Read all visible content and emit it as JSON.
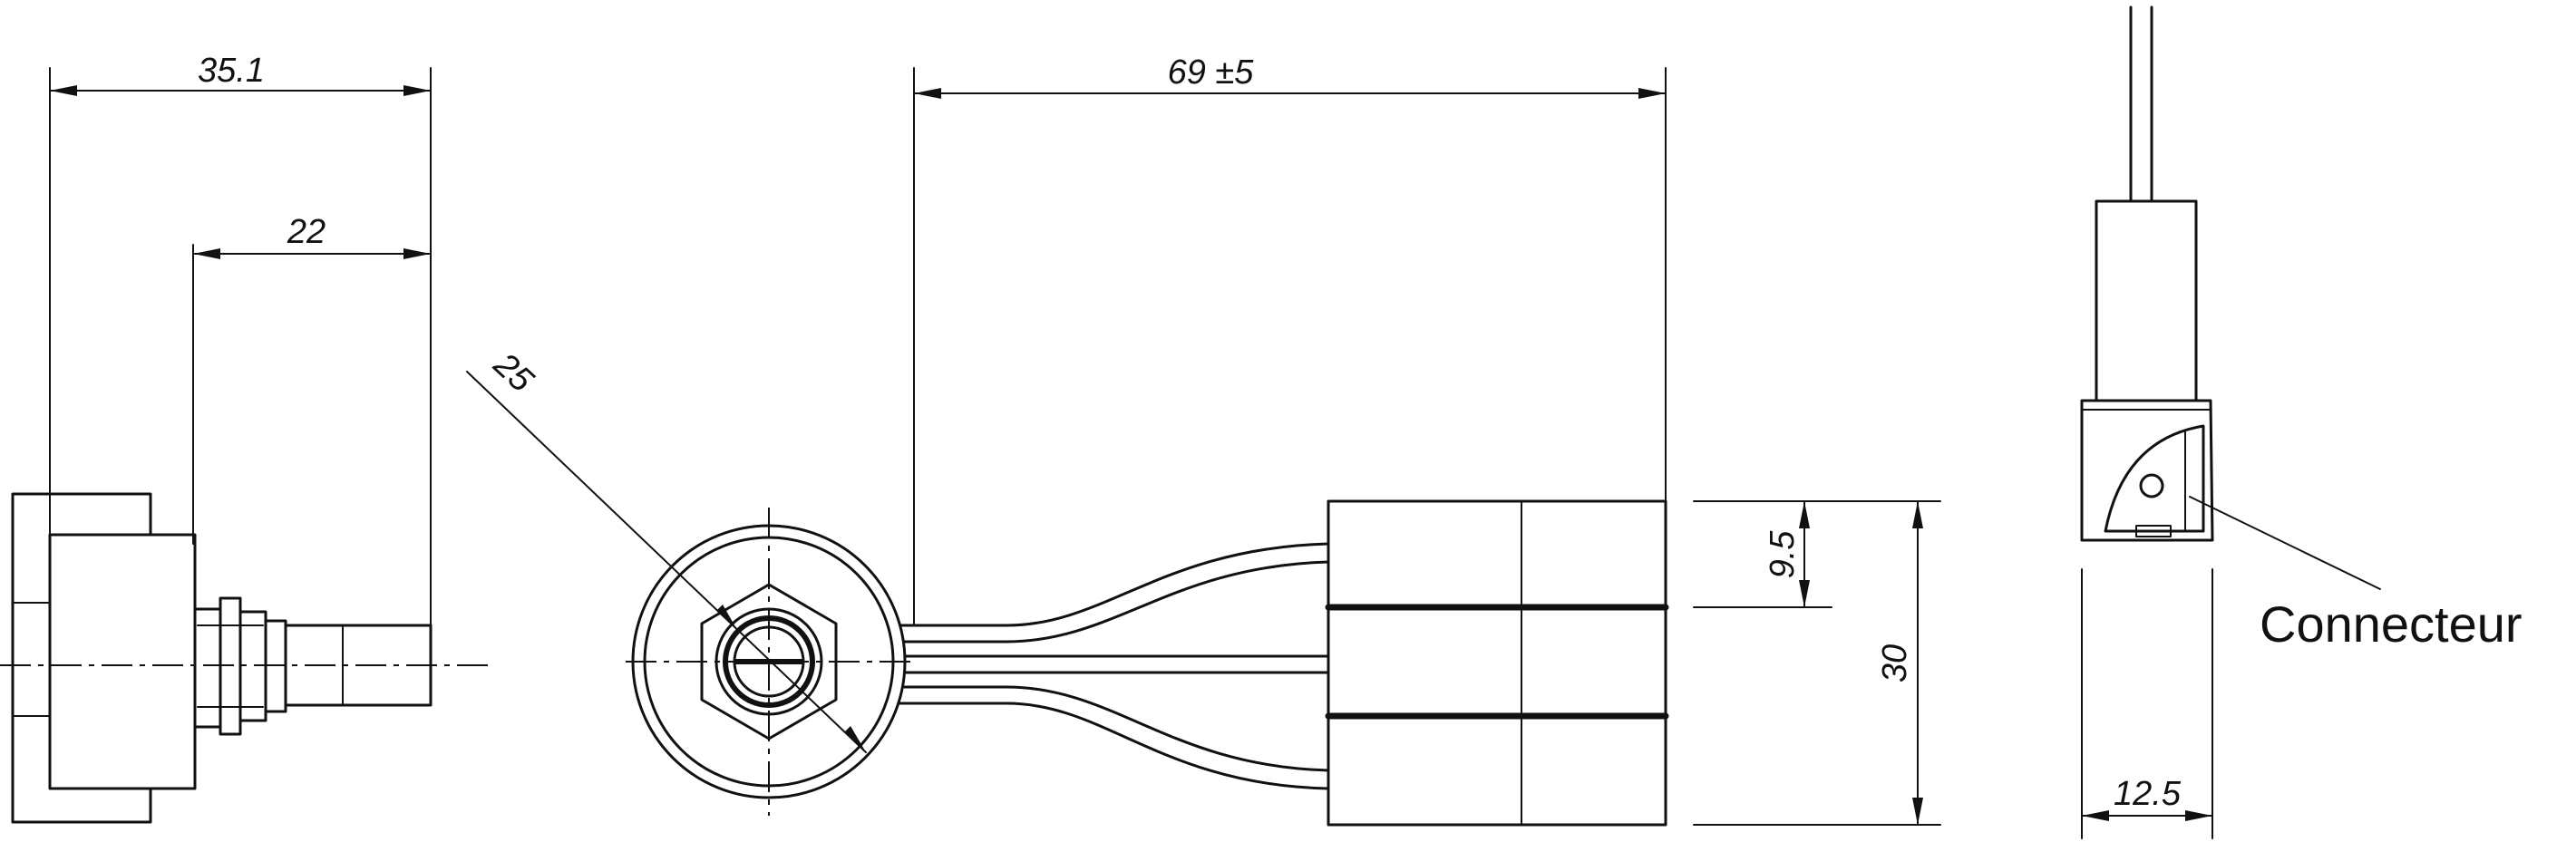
{
  "dimensions": {
    "overall_length": "35.1",
    "shaft_length": "22",
    "diameter": "25",
    "cable_length": "69 ±5",
    "connector_pitch": "9.5",
    "connector_height": "30",
    "connector_width": "12.5"
  },
  "labels": {
    "connector": "Connecteur"
  }
}
